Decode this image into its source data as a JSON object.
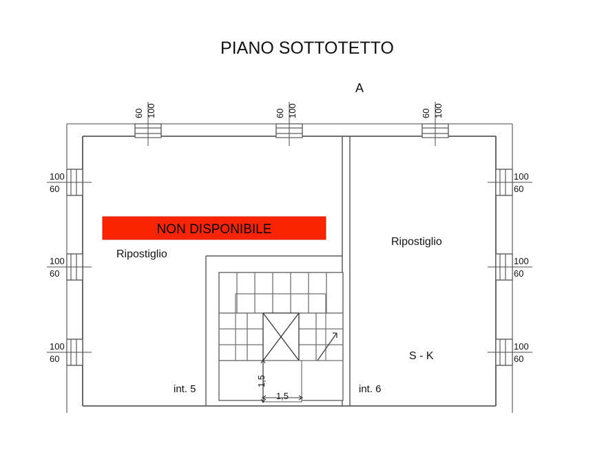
{
  "document": {
    "title": "PIANO SOTTOTETTO",
    "building_label": "A"
  },
  "banner": {
    "text": "NON DISPONIBILE",
    "fill_color": "#FB2400",
    "text_color": "#000000"
  },
  "rooms": [
    {
      "name": "room-left-ripostiglio",
      "label": "Ripostiglio"
    },
    {
      "name": "room-right-ripostiglio",
      "label": "Ripostiglio"
    },
    {
      "name": "room-right-sk",
      "label": "S - K"
    }
  ],
  "unit_labels": [
    {
      "name": "unit-int-5",
      "label": "int. 5"
    },
    {
      "name": "unit-int-6",
      "label": "int. 6"
    }
  ],
  "window_dimensions": {
    "top": [
      {
        "width": "100",
        "height": "60"
      },
      {
        "width": "100",
        "height": "60"
      },
      {
        "width": "100",
        "height": "60"
      }
    ],
    "left": [
      {
        "width": "100",
        "height": "60"
      },
      {
        "width": "100",
        "height": "60"
      },
      {
        "width": "100",
        "height": "60"
      }
    ],
    "right": [
      {
        "width": "100",
        "height": "60"
      },
      {
        "width": "100",
        "height": "60"
      },
      {
        "width": "100",
        "height": "60"
      }
    ]
  },
  "stair_dimensions": {
    "vertical": "1,5",
    "horizontal": "1,5"
  },
  "colors": {
    "wall_stroke": "#5a5a5a",
    "thin_stroke": "#777777",
    "background": "#ffffff",
    "text": "#000000",
    "banner_red": "#FB2400"
  }
}
